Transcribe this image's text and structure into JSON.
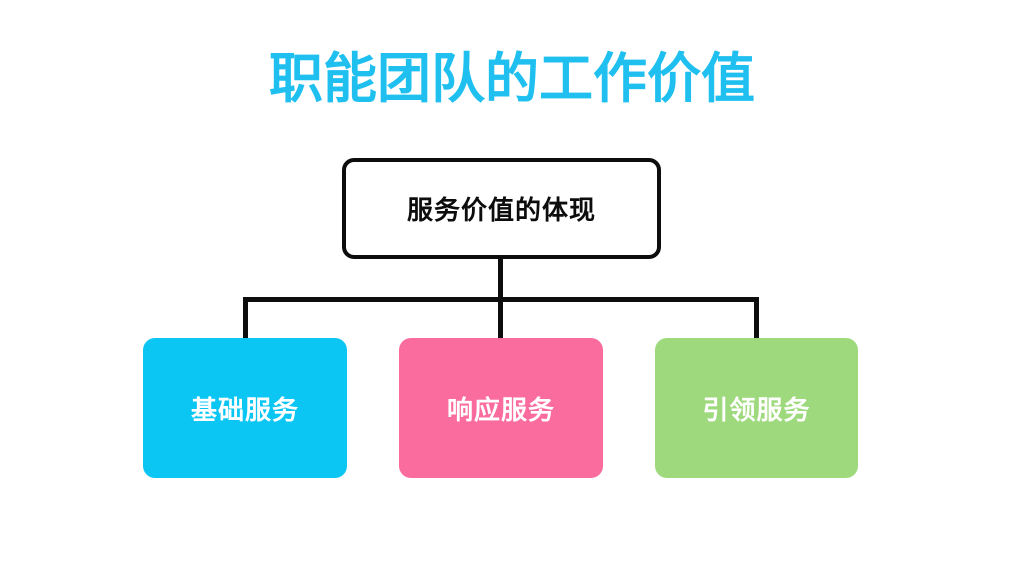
{
  "title": {
    "text": "职能团队的工作价值",
    "color": "#1fc0f0"
  },
  "diagram": {
    "type": "flowchart",
    "connector_color": "#0d0d0d",
    "root": {
      "label": "服务价值的体现",
      "bg": "#ffffff",
      "border_color": "#0d0d0d",
      "text_color": "#0d0d0d"
    },
    "children": [
      {
        "label": "基础服务",
        "bg": "#0bc6f3",
        "text_color": "#ffffff"
      },
      {
        "label": "响应服务",
        "bg": "#fa6c9e",
        "text_color": "#ffffff"
      },
      {
        "label": "引领服务",
        "bg": "#9eda7d",
        "text_color": "#ffffff"
      }
    ]
  }
}
